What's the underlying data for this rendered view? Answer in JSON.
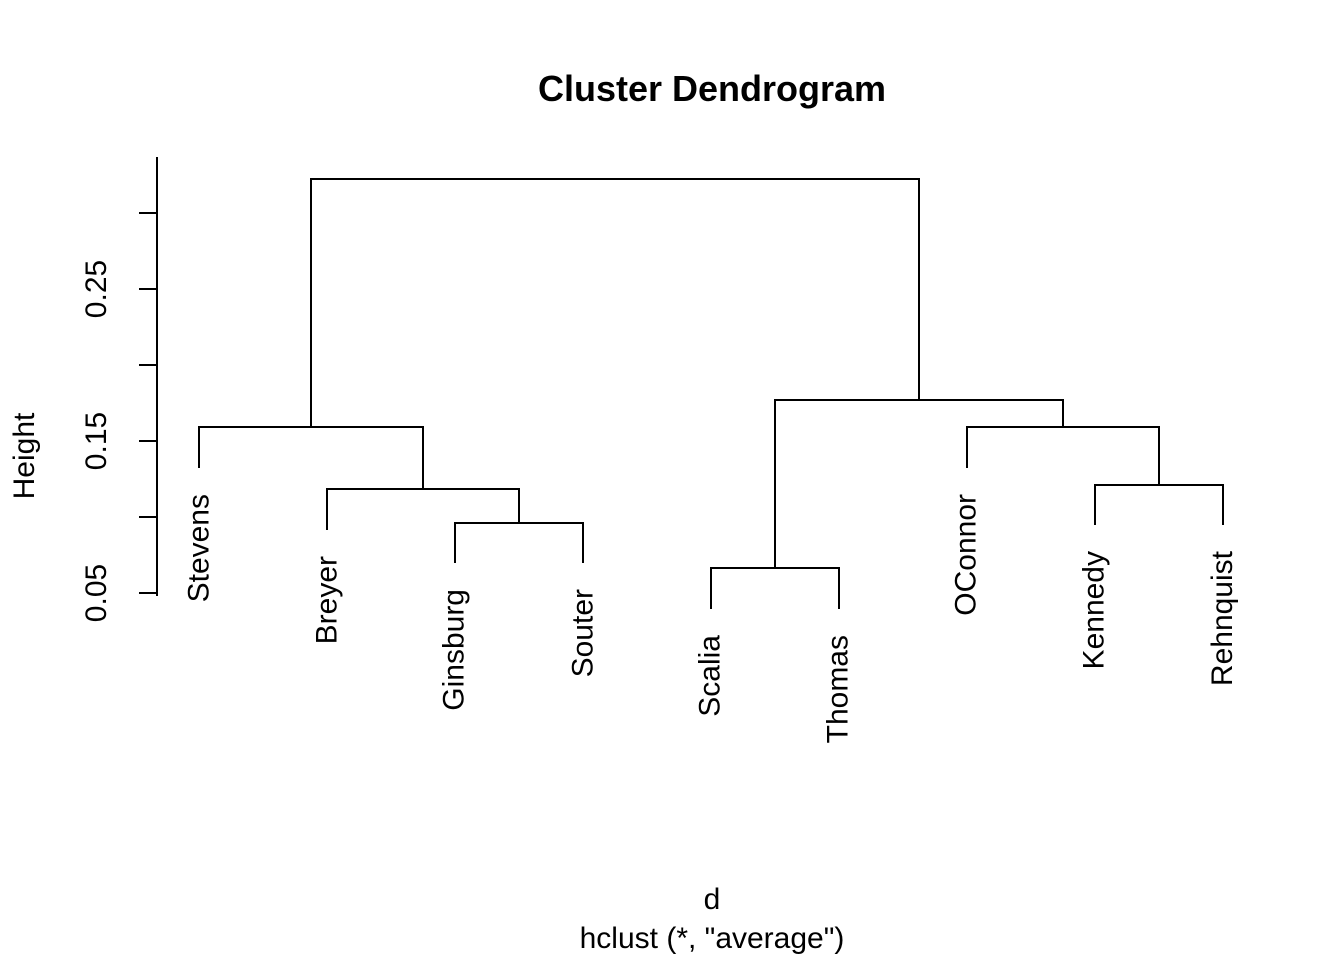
{
  "chart_data": {
    "type": "dendrogram",
    "title": "Cluster Dendrogram",
    "ylabel": "Height",
    "xlabel_line1": "d",
    "xlabel_line2": "hclust (*, \"average\")",
    "linkage_method": "average",
    "background_color": "#ffffff",
    "line_color": "#000000",
    "text_color": "#000000",
    "leaves": [
      "Stevens",
      "Breyer",
      "Ginsburg",
      "Souter",
      "Scalia",
      "Thomas",
      "OConnor",
      "Kennedy",
      "Rehnquist"
    ],
    "hang": 0.026,
    "ylim": [
      0.05,
      0.337
    ],
    "yticks": [
      {
        "value": 0.05,
        "label": "0.05"
      },
      {
        "value": 0.1,
        "label": ""
      },
      {
        "value": 0.15,
        "label": "0.15"
      },
      {
        "value": 0.2,
        "label": ""
      },
      {
        "value": 0.25,
        "label": "0.25"
      },
      {
        "value": 0.3,
        "label": ""
      }
    ],
    "tree": {
      "height": 0.322,
      "children": [
        {
          "height": 0.159,
          "children": [
            {
              "leaf": "Stevens"
            },
            {
              "height": 0.118,
              "children": [
                {
                  "leaf": "Breyer"
                },
                {
                  "height": 0.096,
                  "children": [
                    {
                      "leaf": "Ginsburg"
                    },
                    {
                      "leaf": "Souter"
                    }
                  ]
                }
              ]
            }
          ]
        },
        {
          "height": 0.177,
          "children": [
            {
              "height": 0.066,
              "children": [
                {
                  "leaf": "Scalia"
                },
                {
                  "leaf": "Thomas"
                }
              ]
            },
            {
              "height": 0.159,
              "children": [
                {
                  "leaf": "OConnor"
                },
                {
                  "height": 0.121,
                  "children": [
                    {
                      "leaf": "Kennedy"
                    },
                    {
                      "leaf": "Rehnquist"
                    }
                  ]
                }
              ]
            }
          ]
        }
      ]
    }
  }
}
